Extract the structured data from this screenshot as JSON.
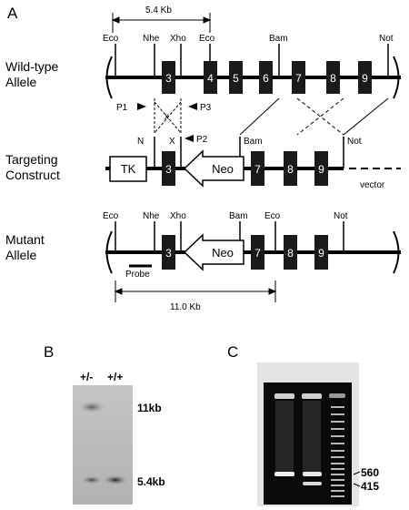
{
  "panels": {
    "a": "A",
    "b": "B",
    "c": "C"
  },
  "rows": {
    "wt1": "Wild-type",
    "wt2": "Allele",
    "tc1": "Targeting",
    "tc2": "Construct",
    "mu1": "Mutant",
    "mu2": "Allele"
  },
  "sizes": {
    "top": "5.4 Kb",
    "bottom": "11.0 Kb"
  },
  "sites": {
    "wt": [
      "Eco",
      "Nhe",
      "Xho",
      "Eco",
      "Bam",
      "Not"
    ],
    "tc": [
      "N",
      "X",
      "Bam",
      "Not"
    ],
    "mu": [
      "Eco",
      "Nhe",
      "Xho",
      "Bam",
      "Eco",
      "Not"
    ]
  },
  "exons": {
    "wt": [
      "3",
      "4",
      "5",
      "6",
      "7",
      "8",
      "9"
    ],
    "tc": [
      "3",
      "7",
      "8",
      "9"
    ],
    "mu": [
      "3",
      "7",
      "8",
      "9"
    ]
  },
  "primers": {
    "p1": "P1",
    "p2": "P2",
    "p3": "P3",
    "cross": "x"
  },
  "boxes": {
    "tk": "TK",
    "neo": "Neo",
    "vector": "vector",
    "probe": "Probe"
  },
  "blot_b": {
    "lanes": [
      "+/-",
      "+/+"
    ],
    "bands": [
      "11kb",
      "5.4kb"
    ]
  },
  "gel_c": {
    "lanes": [
      "+/+",
      "+/-"
    ],
    "bands": [
      "560",
      "415"
    ]
  }
}
